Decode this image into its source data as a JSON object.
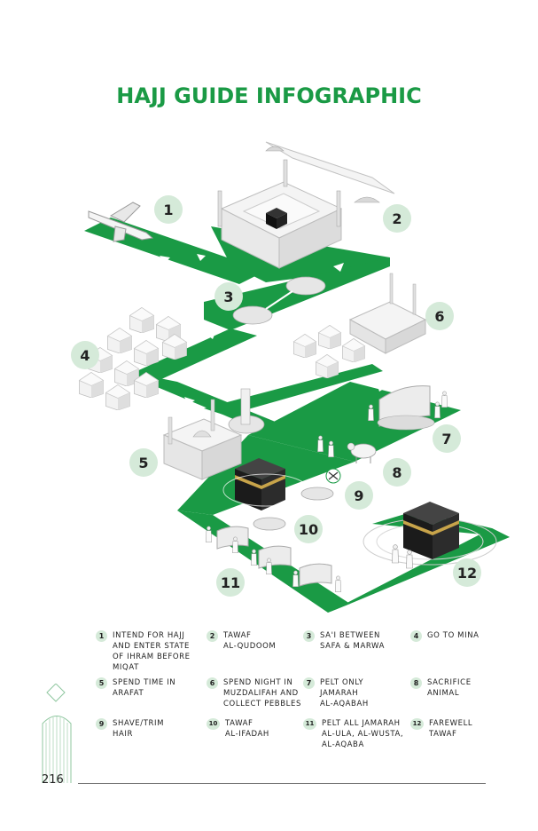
{
  "title": "HAJJ GUIDE INFOGRAPHIC",
  "page_number": "216",
  "colors": {
    "green": "#1a9a45",
    "light_green": "#d5ead9",
    "dark": "#222222"
  },
  "diagram_numbers": [
    "1",
    "2",
    "3",
    "4",
    "5",
    "6",
    "7",
    "8",
    "9",
    "10",
    "11",
    "12"
  ],
  "legend": [
    {
      "num": "1",
      "text": "INTEND FOR HAJJ AND ENTER STATE OF IHRAM BEFORE MIQAT"
    },
    {
      "num": "2",
      "text": "TAWAF\nAL-QUDOOM"
    },
    {
      "num": "3",
      "text": "SA'I BETWEEN\nSAFA & MARWA"
    },
    {
      "num": "4",
      "text": "GO TO MINA"
    },
    {
      "num": "5",
      "text": "SPEND TIME IN\nARAFAT"
    },
    {
      "num": "6",
      "text": "SPEND NIGHT IN\nMUZDALIFAH AND\nCOLLECT PEBBLES"
    },
    {
      "num": "7",
      "text": "PELT ONLY\nJAMARAH\nAL-AQABAH"
    },
    {
      "num": "8",
      "text": "SACRIFICE\nANIMAL"
    },
    {
      "num": "9",
      "text": "SHAVE/TRIM\nHAIR"
    },
    {
      "num": "10",
      "text": "TAWAF\nAL-IFADAH"
    },
    {
      "num": "11",
      "text": "PELT ALL JAMARAH\nAL-ULA, AL-WUSTA,\nAL-AQABA"
    },
    {
      "num": "12",
      "text": "FAREWELL\nTAWAF"
    }
  ],
  "icons": [
    "airplane-icon",
    "kaaba-icon",
    "mosque-icon",
    "tent-icon",
    "hill-icon",
    "sheep-icon",
    "scissors-icon",
    "pillar-icon",
    "pilgrim-icon",
    "arrow-icon"
  ]
}
